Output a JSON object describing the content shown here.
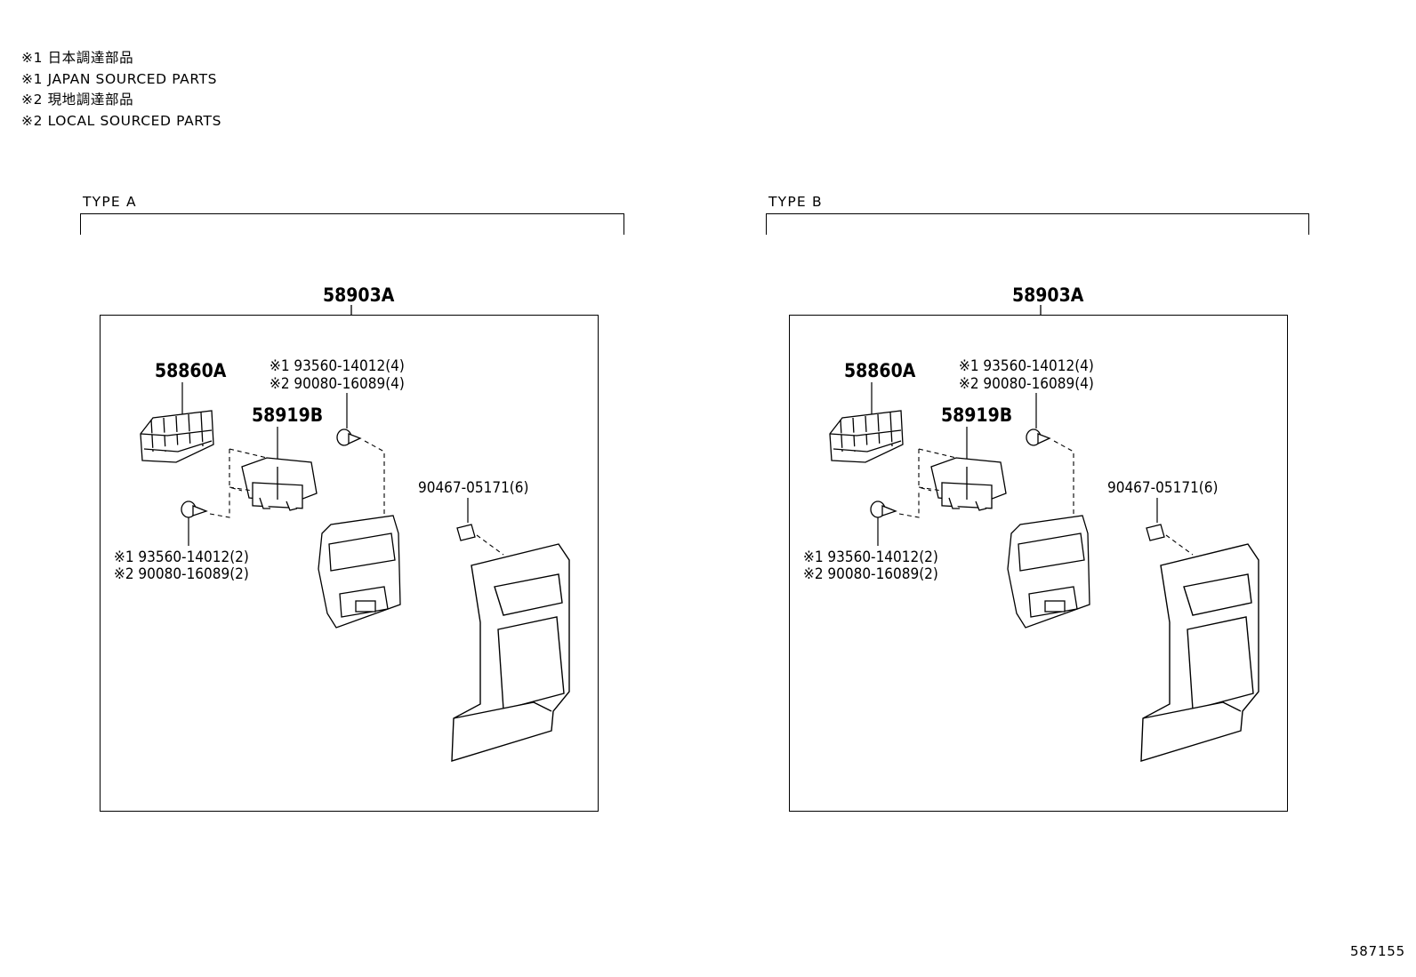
{
  "notes": [
    "※1 日本調達部品",
    "※1 JAPAN SOURCED PARTS",
    "※2 現地調達部品",
    "※2 LOCAL SOURCED PARTS"
  ],
  "panels": [
    {
      "type_label": "TYPE A",
      "assembly": "58903A",
      "vent": "58860A",
      "bezel": "58919B",
      "screw_top_1": "※1 93560-14012(4)",
      "screw_top_2": "※2 90080-16089(4)",
      "screw_bottom_1": "※1 93560-14012(2)",
      "screw_bottom_2": "※2 90080-16089(2)",
      "clip": "90467-05171(6)"
    },
    {
      "type_label": "TYPE B",
      "assembly": "58903A",
      "vent": "58860A",
      "bezel": "58919B",
      "screw_top_1": "※1 93560-14012(4)",
      "screw_top_2": "※2 90080-16089(4)",
      "screw_bottom_1": "※1 93560-14012(2)",
      "screw_bottom_2": "※2 90080-16089(2)",
      "clip": "90467-05171(6)"
    }
  ],
  "catalog_number": "587155"
}
